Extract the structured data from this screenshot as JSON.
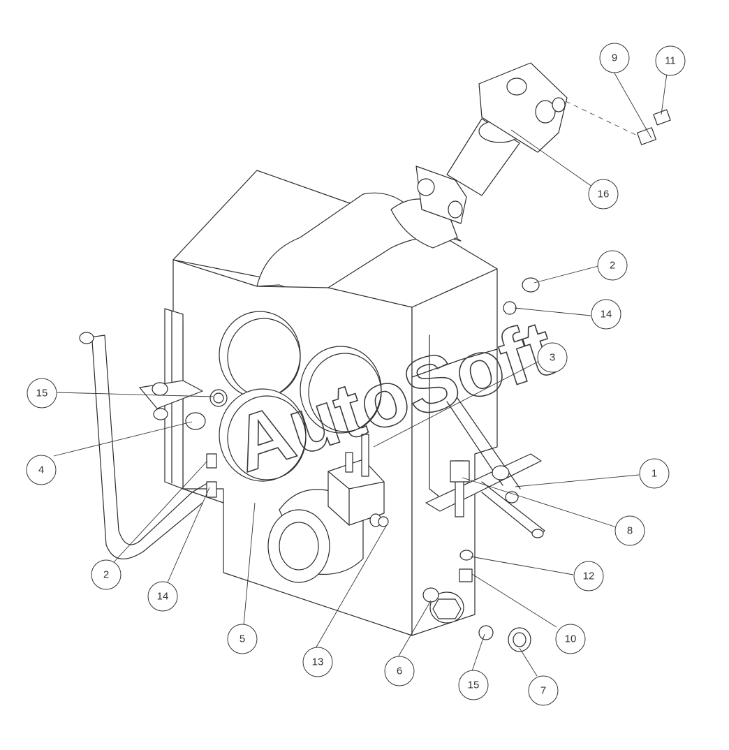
{
  "watermark": "AutoSoft",
  "callouts": [
    {
      "label": "9"
    },
    {
      "label": "11"
    },
    {
      "label": "16"
    },
    {
      "label": "2"
    },
    {
      "label": "14"
    },
    {
      "label": "3"
    },
    {
      "label": "15"
    },
    {
      "label": "4"
    },
    {
      "label": "1"
    },
    {
      "label": "8"
    },
    {
      "label": "12"
    },
    {
      "label": "10"
    },
    {
      "label": "2"
    },
    {
      "label": "14"
    },
    {
      "label": "5"
    },
    {
      "label": "13"
    },
    {
      "label": "6"
    },
    {
      "label": "15"
    },
    {
      "label": "7"
    }
  ]
}
